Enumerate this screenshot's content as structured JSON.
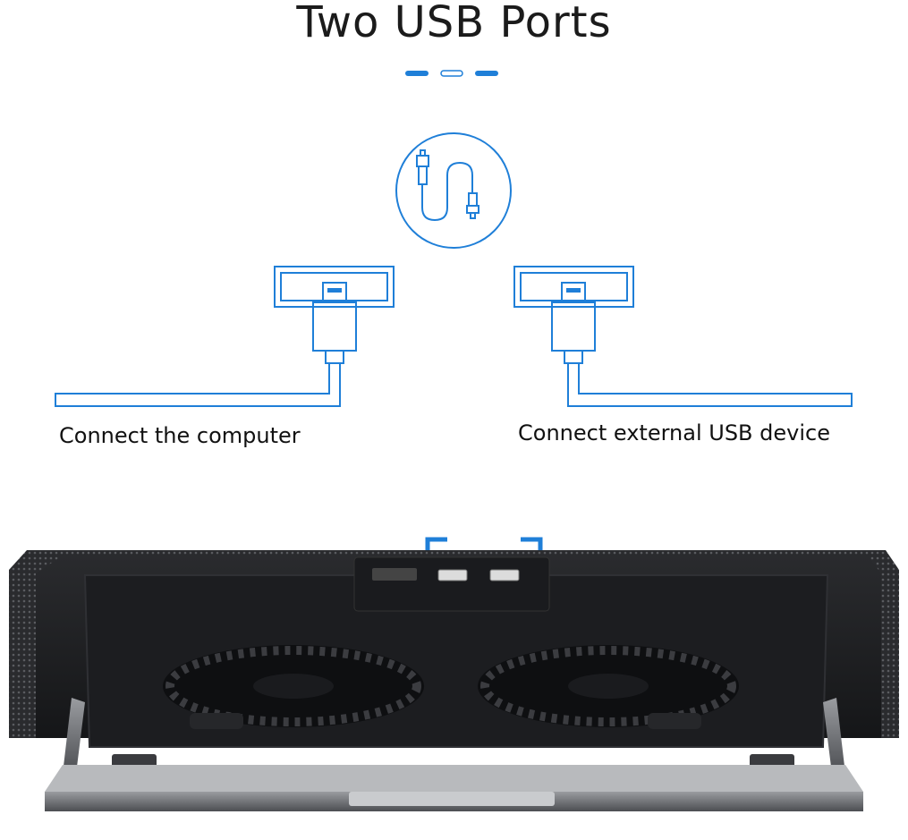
{
  "header": {
    "title": "Two USB Ports"
  },
  "labels": {
    "left": "Connect the computer",
    "right": "Connect external USB device"
  },
  "colors": {
    "accent": "#1f7fd8",
    "title": "#1b1b1b",
    "label": "#111111",
    "stand": "#1d1e20"
  },
  "icons": {
    "cable": "usb-cable-icon",
    "left_port": "usb-port-plug-icon",
    "right_port": "usb-port-plug-icon",
    "product": "laptop-cooling-pad-image"
  }
}
